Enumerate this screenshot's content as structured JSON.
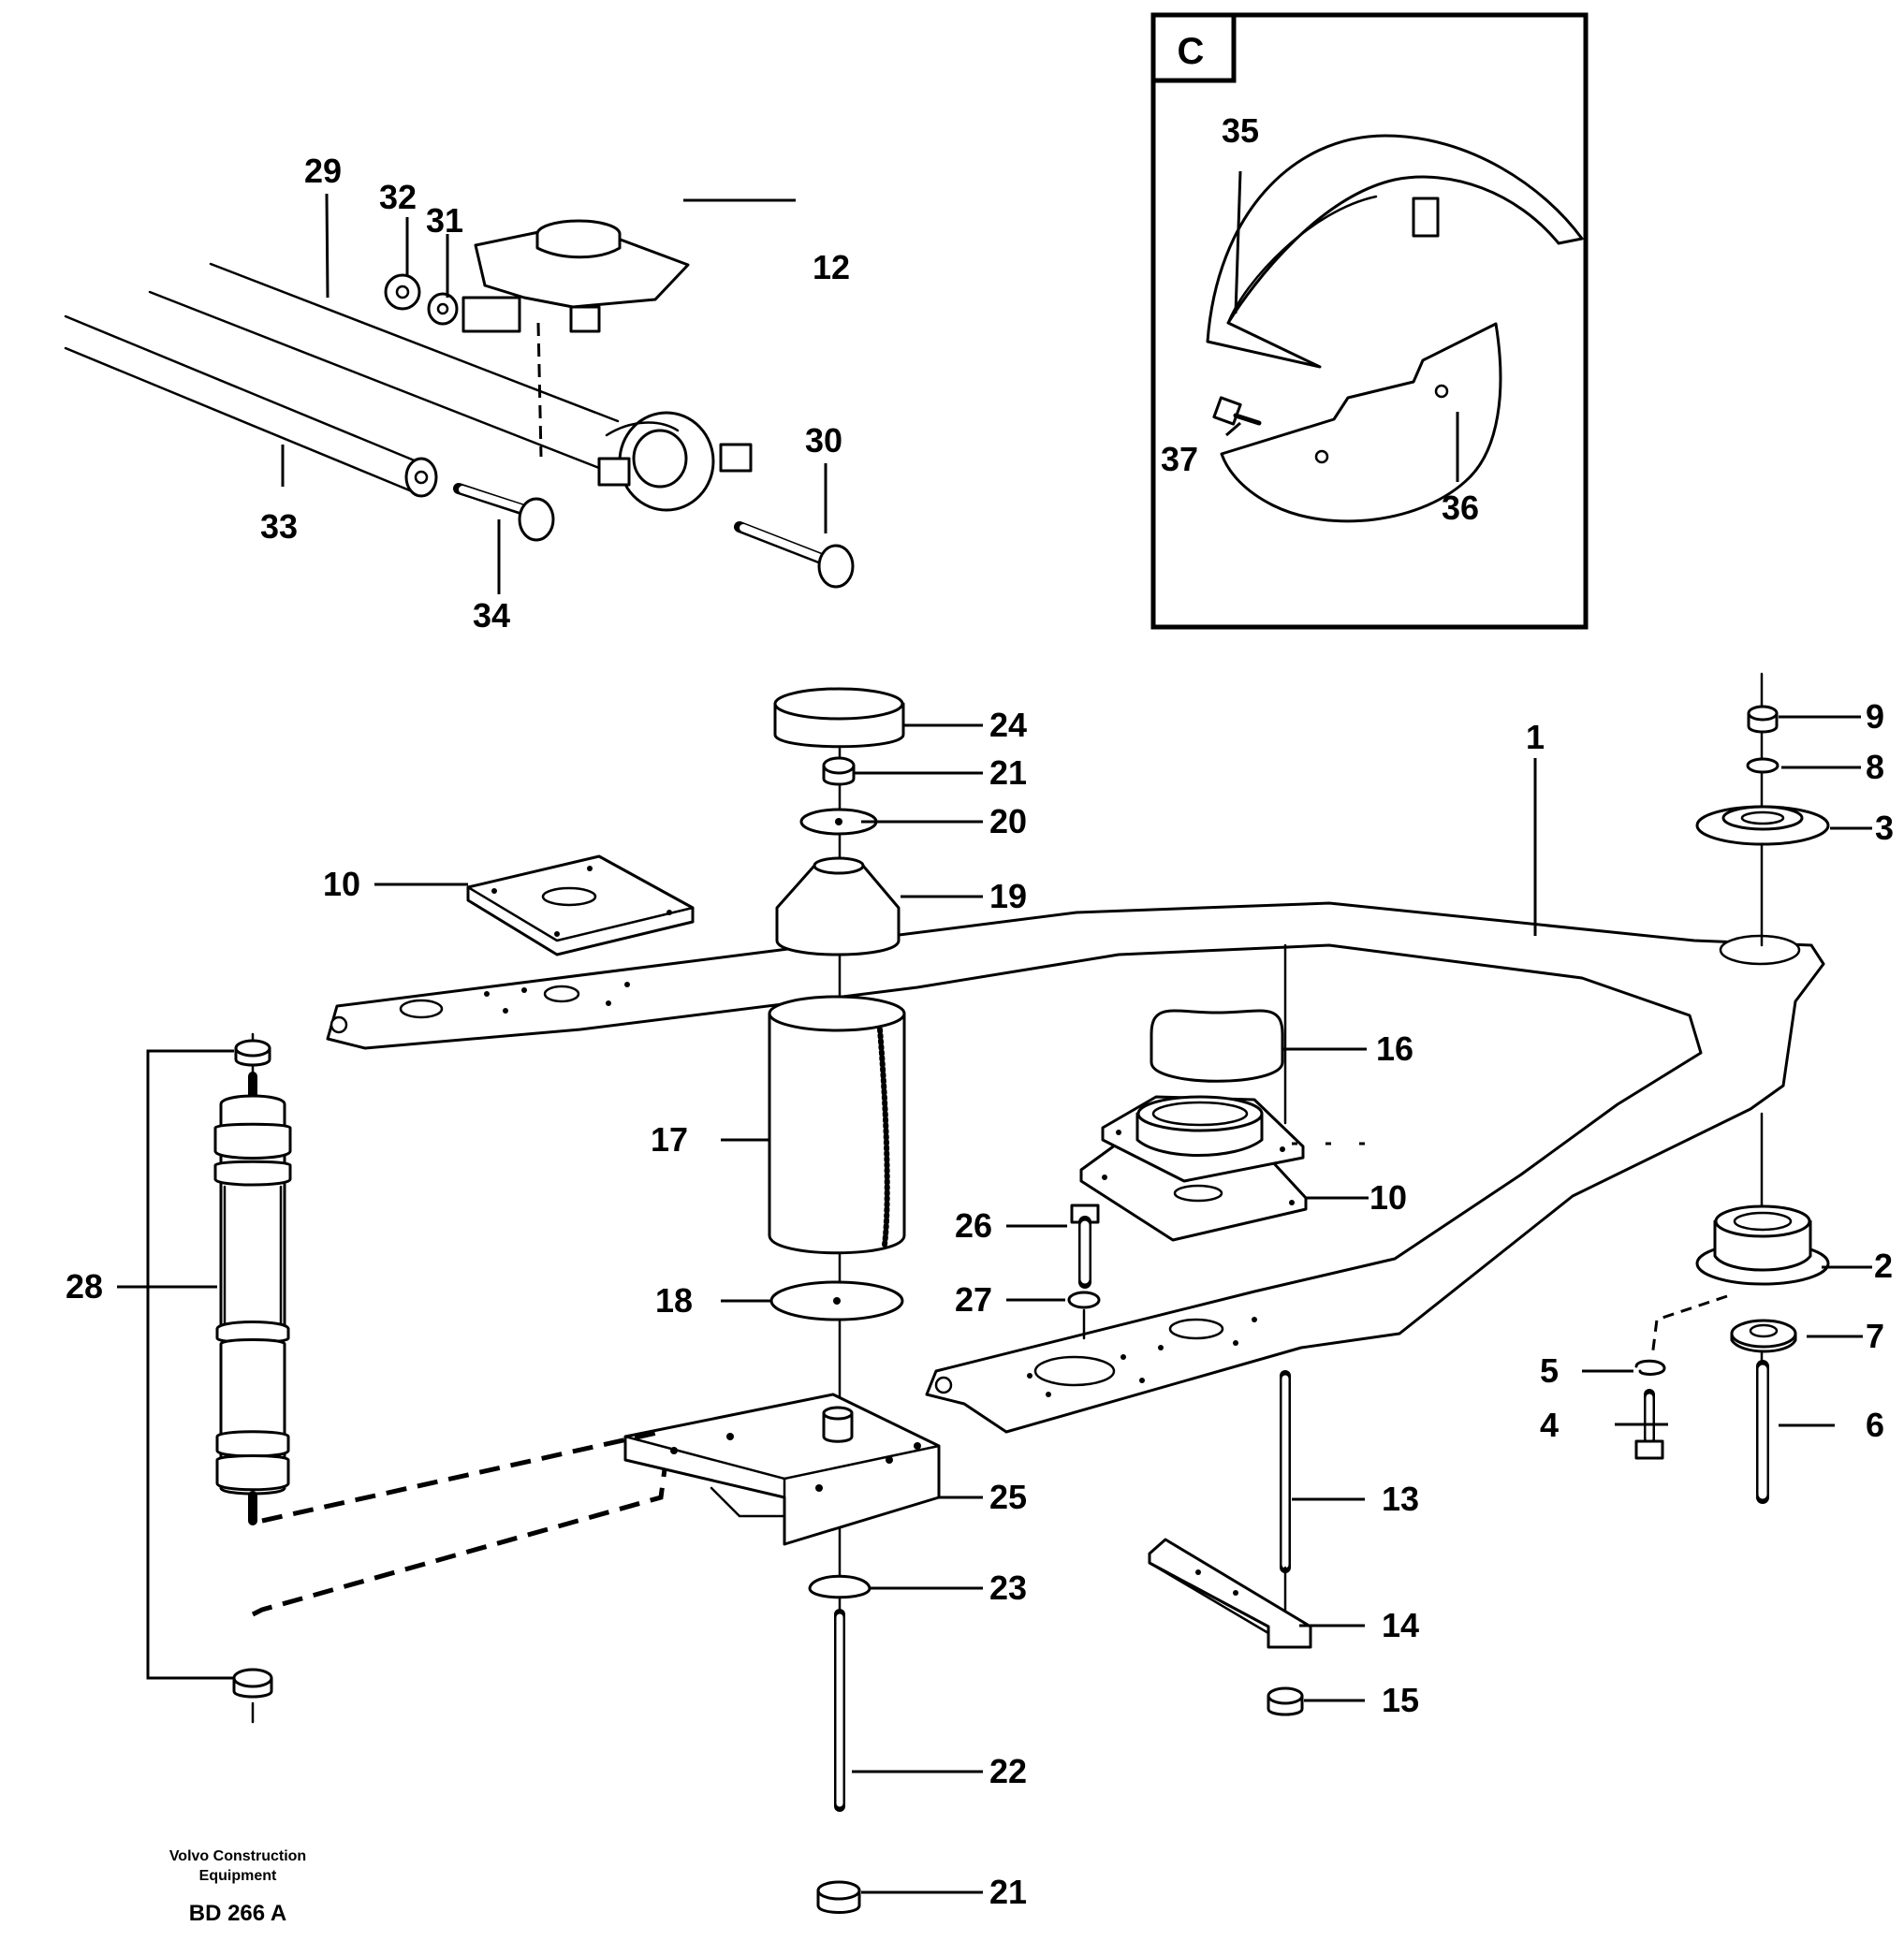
{
  "inset": {
    "label": "C"
  },
  "footer": {
    "company_line1": "Volvo Construction",
    "company_line2": "Equipment",
    "drawing_code": "BD 266 A"
  },
  "callouts": {
    "n1": "1",
    "n2": "2",
    "n3": "3",
    "n4": "4",
    "n5": "5",
    "n6": "6",
    "n7": "7",
    "n8": "8",
    "n9": "9",
    "n10": "10",
    "n12": "12",
    "n13": "13",
    "n14": "14",
    "n15": "15",
    "n16": "16",
    "n17": "17",
    "n18": "18",
    "n19": "19",
    "n20": "20",
    "n21": "21",
    "n22": "22",
    "n23": "23",
    "n24": "24",
    "n25": "25",
    "n26": "26",
    "n27": "27",
    "n28": "28",
    "n29": "29",
    "n30": "30",
    "n31": "31",
    "n32": "32",
    "n33": "33",
    "n34": "34",
    "n35": "35",
    "n36": "36",
    "n37": "37"
  }
}
